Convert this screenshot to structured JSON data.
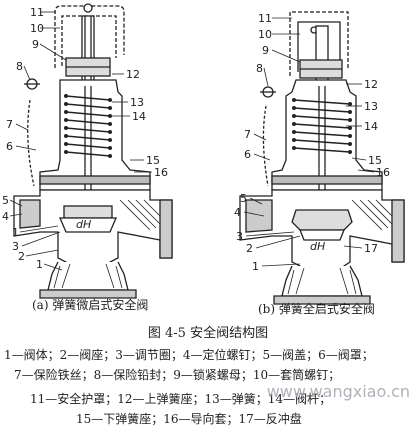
{
  "figure": {
    "title": "图 4-5  安全阀结构图",
    "left_caption": "(a) 弹簧微启式安全阀",
    "right_caption": "(b) 弹簧全启式安全阀",
    "left_numbers": [
      "1",
      "2",
      "3",
      "4",
      "5",
      "6",
      "7",
      "8",
      "9",
      "10",
      "11",
      "12",
      "13",
      "14",
      "15",
      "16"
    ],
    "right_numbers": [
      "1",
      "2",
      "3",
      "4",
      "5",
      "6",
      "7",
      "8",
      "9",
      "10",
      "11",
      "12",
      "13",
      "14",
      "15",
      "16",
      "17"
    ],
    "seat_label": "dH",
    "legend_lines": [
      "1—阀体；2—阀座；3—调节圈；4—定位螺钉；5—阀盖；6—阀罩；",
      "7—保险铁丝；8—保险铅封；9—锁紧螺母；10—套筒螺钉；",
      "11—安全护罩；12—上弹簧座；13—弹簧；14—阀杆；",
      "15—下弹簧座；16—导向套；17—反冲盘"
    ],
    "watermark": "www.wangxiao.cn"
  }
}
